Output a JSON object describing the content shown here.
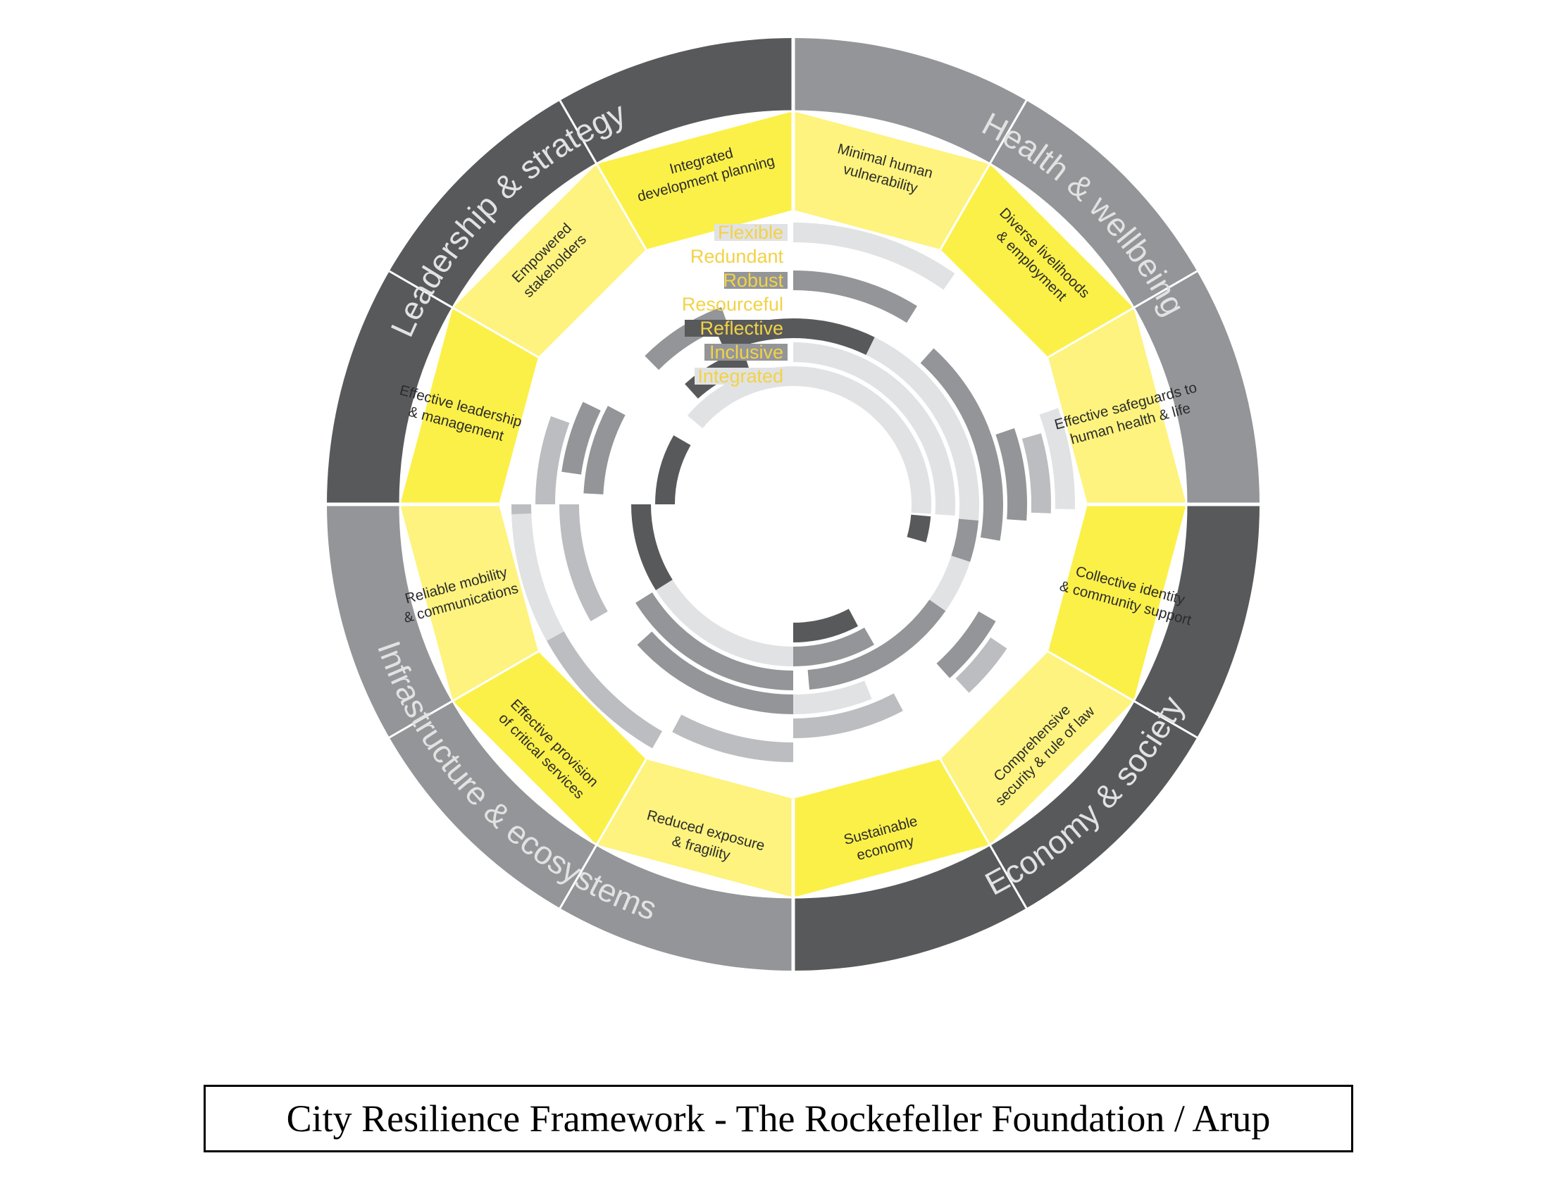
{
  "caption": "City Resilience Framework - The Rockefeller Foundation / Arup",
  "colors": {
    "dark": "#58595b",
    "mid": "#939598",
    "light": "#bcbdc0",
    "pale": "#e1e2e4",
    "yellow": "#fbf048",
    "yellow_light": "#fdf37e",
    "qualities_text": "#f2d247",
    "white": "#ffffff"
  },
  "categories": [
    {
      "label": "Leadership & strategy",
      "shade": "dark"
    },
    {
      "label": "Health & wellbeing",
      "shade": "mid"
    },
    {
      "label": "Economy & society",
      "shade": "dark"
    },
    {
      "label": "Infrastructure & ecosystems",
      "shade": "mid"
    }
  ],
  "goals": [
    {
      "lines": [
        "Minimal human",
        "vulnerability"
      ],
      "shade": "yellow_light"
    },
    {
      "lines": [
        "Diverse livelihoods",
        "& employment"
      ],
      "shade": "yellow"
    },
    {
      "lines": [
        "Effective safeguards to",
        "human health & life"
      ],
      "shade": "yellow_light"
    },
    {
      "lines": [
        "Collective identity",
        "& community support"
      ],
      "shade": "yellow"
    },
    {
      "lines": [
        "Comprehensive",
        "security & rule of law"
      ],
      "shade": "yellow_light"
    },
    {
      "lines": [
        "Sustainable",
        "economy"
      ],
      "shade": "yellow"
    },
    {
      "lines": [
        "Reduced exposure",
        "& fragility"
      ],
      "shade": "yellow_light"
    },
    {
      "lines": [
        "Effective provision",
        "of critical services"
      ],
      "shade": "yellow"
    },
    {
      "lines": [
        "Reliable mobility",
        "& communications"
      ],
      "shade": "yellow_light"
    },
    {
      "lines": [
        "Effective leadership",
        "& management"
      ],
      "shade": "yellow"
    },
    {
      "lines": [
        "Empowered",
        "stakeholders"
      ],
      "shade": "yellow_light"
    },
    {
      "lines": [
        "Integrated",
        "development planning"
      ],
      "shade": "yellow"
    }
  ],
  "qualities": [
    {
      "label": "Flexible",
      "shade": "pale"
    },
    {
      "label": "Redundant",
      "shade": "white"
    },
    {
      "label": "Robust",
      "shade": "mid"
    },
    {
      "label": "Resourceful",
      "shade": "white"
    },
    {
      "label": "Reflective",
      "shade": "dark"
    },
    {
      "label": "Inclusive",
      "shade": "mid"
    },
    {
      "label": "Integrated",
      "shade": "pale"
    }
  ],
  "quality_arcs": [
    {
      "ring": 0,
      "from": 0,
      "to": 35,
      "shade": "pale"
    },
    {
      "ring": 2,
      "from": 0,
      "to": 32,
      "shade": "mid"
    },
    {
      "ring": 4,
      "from": 0,
      "to": 26,
      "shade": "dark"
    },
    {
      "ring": 4,
      "from": 26,
      "to": 125,
      "shade": "pale"
    },
    {
      "ring": 5,
      "from": 0,
      "to": 94,
      "shade": "pale"
    },
    {
      "ring": 6,
      "from": 0,
      "to": 94,
      "shade": "pale"
    },
    {
      "ring": 3,
      "from": 42,
      "to": 100,
      "shade": "mid"
    },
    {
      "ring": 2,
      "from": 71,
      "to": 94,
      "shade": "mid"
    },
    {
      "ring": 1,
      "from": 74,
      "to": 92,
      "shade": "light"
    },
    {
      "ring": 0,
      "from": 70,
      "to": 91,
      "shade": "pale"
    },
    {
      "ring": 4,
      "from": 95,
      "to": 108,
      "shade": "mid"
    },
    {
      "ring": 6,
      "from": 95,
      "to": 106,
      "shade": "dark"
    },
    {
      "ring": 1,
      "from": 124,
      "to": 137,
      "shade": "light"
    },
    {
      "ring": 2,
      "from": 120,
      "to": 138,
      "shade": "mid"
    },
    {
      "ring": 4,
      "from": 125,
      "to": 175,
      "shade": "mid"
    },
    {
      "ring": 2,
      "from": 152,
      "to": 180,
      "shade": "light"
    },
    {
      "ring": 5,
      "from": 150,
      "to": 180,
      "shade": "mid"
    },
    {
      "ring": 3,
      "from": 158,
      "to": 180,
      "shade": "pale"
    },
    {
      "ring": 6,
      "from": 152,
      "to": 180,
      "shade": "dark"
    },
    {
      "ring": 3,
      "from": 180,
      "to": 228,
      "shade": "mid"
    },
    {
      "ring": 1,
      "from": 180,
      "to": 208,
      "shade": "light"
    },
    {
      "ring": 5,
      "from": 180,
      "to": 240,
      "shade": "pale"
    },
    {
      "ring": 4,
      "from": 180,
      "to": 238,
      "shade": "mid"
    },
    {
      "ring": 0,
      "from": 210,
      "to": 270,
      "shade": "light"
    },
    {
      "ring": 0,
      "from": 241,
      "to": 268,
      "shade": "pale"
    },
    {
      "ring": 2,
      "from": 240,
      "to": 270,
      "shade": "light"
    },
    {
      "ring": 5,
      "from": 238,
      "to": 270,
      "shade": "dark"
    },
    {
      "ring": 1,
      "from": 270,
      "to": 290,
      "shade": "light"
    },
    {
      "ring": 3,
      "from": 273,
      "to": 298,
      "shade": "mid"
    },
    {
      "ring": 6,
      "from": 270,
      "to": 300,
      "shade": "dark"
    },
    {
      "ring": 2,
      "from": 278,
      "to": 296,
      "shade": "mid"
    },
    {
      "ring": 3,
      "from": 315,
      "to": 340,
      "shade": "mid"
    },
    {
      "ring": 5,
      "from": 318,
      "to": 342,
      "shade": "dark"
    },
    {
      "ring": 6,
      "from": 310,
      "to": 360,
      "shade": "pale"
    },
    {
      "ring": 4,
      "from": 336,
      "to": 360,
      "shade": "dark"
    }
  ]
}
